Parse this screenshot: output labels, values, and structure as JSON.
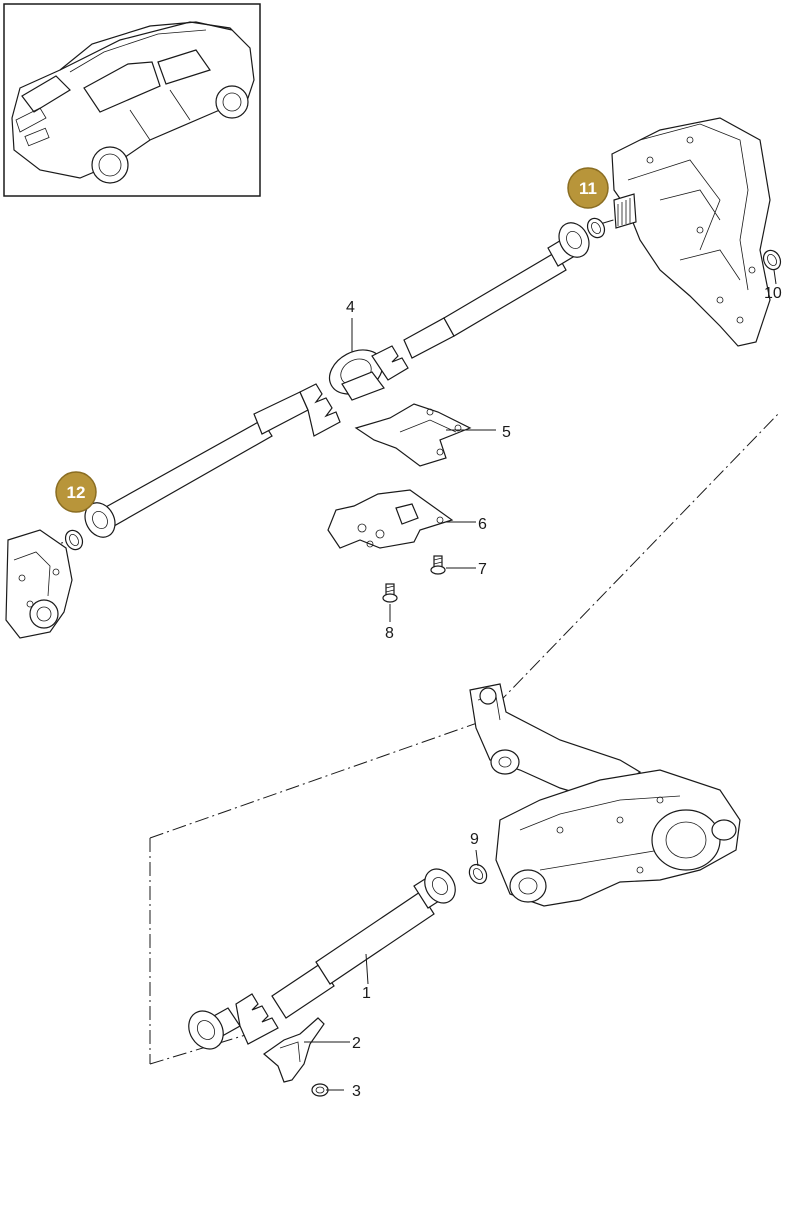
{
  "callouts": {
    "c1": "1",
    "c2": "2",
    "c3": "3",
    "c4": "4",
    "c5": "5",
    "c6": "6",
    "c7": "7",
    "c8": "8",
    "c9": "9",
    "c10": "10"
  },
  "badges": {
    "b11": "11",
    "b12": "12"
  },
  "colors": {
    "badge_fill": "#b8953a",
    "badge_stroke": "#8a6d22",
    "line": "#1a1a1a"
  }
}
